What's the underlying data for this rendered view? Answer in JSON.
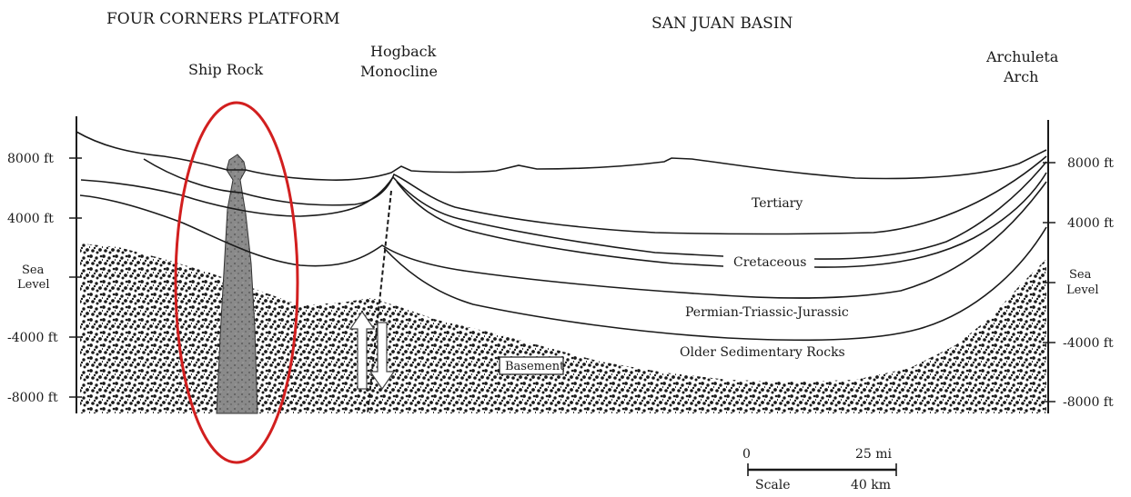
{
  "headers": {
    "left": "FOUR CORNERS PLATFORM",
    "center": "SAN JUAN BASIN"
  },
  "features": {
    "ship_rock": "Ship Rock",
    "hogback_line1": "Hogback",
    "hogback_line2": "Monocline",
    "archuleta_line1": "Archuleta",
    "archuleta_line2": "Arch"
  },
  "layers": {
    "tertiary": "Tertiary",
    "cretaceous": "Cretaceous",
    "permian": "Permian-Triassic-Jurassic",
    "older": "Older Sedimentary Rocks",
    "basement": "Basement"
  },
  "left_axis": {
    "t8000": "8000 ft",
    "t4000": "4000 ft",
    "sea1": "Sea",
    "sea2": "Level",
    "tm4000": "-4000 ft",
    "tm8000": "-8000 ft"
  },
  "right_axis": {
    "t8000": "8000 ft",
    "t4000": "4000 ft",
    "sea1": "Sea",
    "sea2": "Level",
    "tm4000": "-4000 ft",
    "tm8000": "-8000 ft"
  },
  "scale": {
    "zero": "0",
    "mi": "25 mi",
    "label": "Scale",
    "km": "40 km"
  },
  "colors": {
    "ink": "#1a1a1a",
    "intrusion": "#8a8a8a",
    "highlight": "#d21f1f"
  }
}
